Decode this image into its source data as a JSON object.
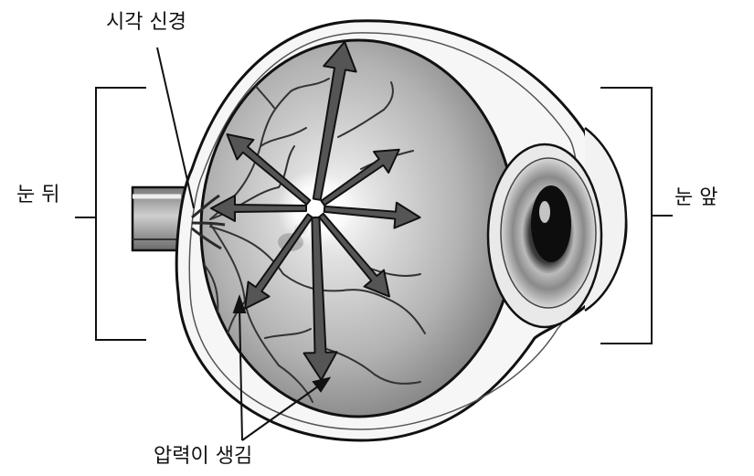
{
  "labels": {
    "optic_nerve": "시각 신경",
    "back_of_eye": "눈 뒤",
    "front_of_eye": "눈 앞",
    "pressure_builds": "압력이 생김"
  },
  "colors": {
    "ink": "#111111",
    "eye_white": "#f4f4f4",
    "eyeball_gray": "#bdbdbd",
    "arrow_fill": "#555555",
    "vessel": "#3a3a3a"
  }
}
